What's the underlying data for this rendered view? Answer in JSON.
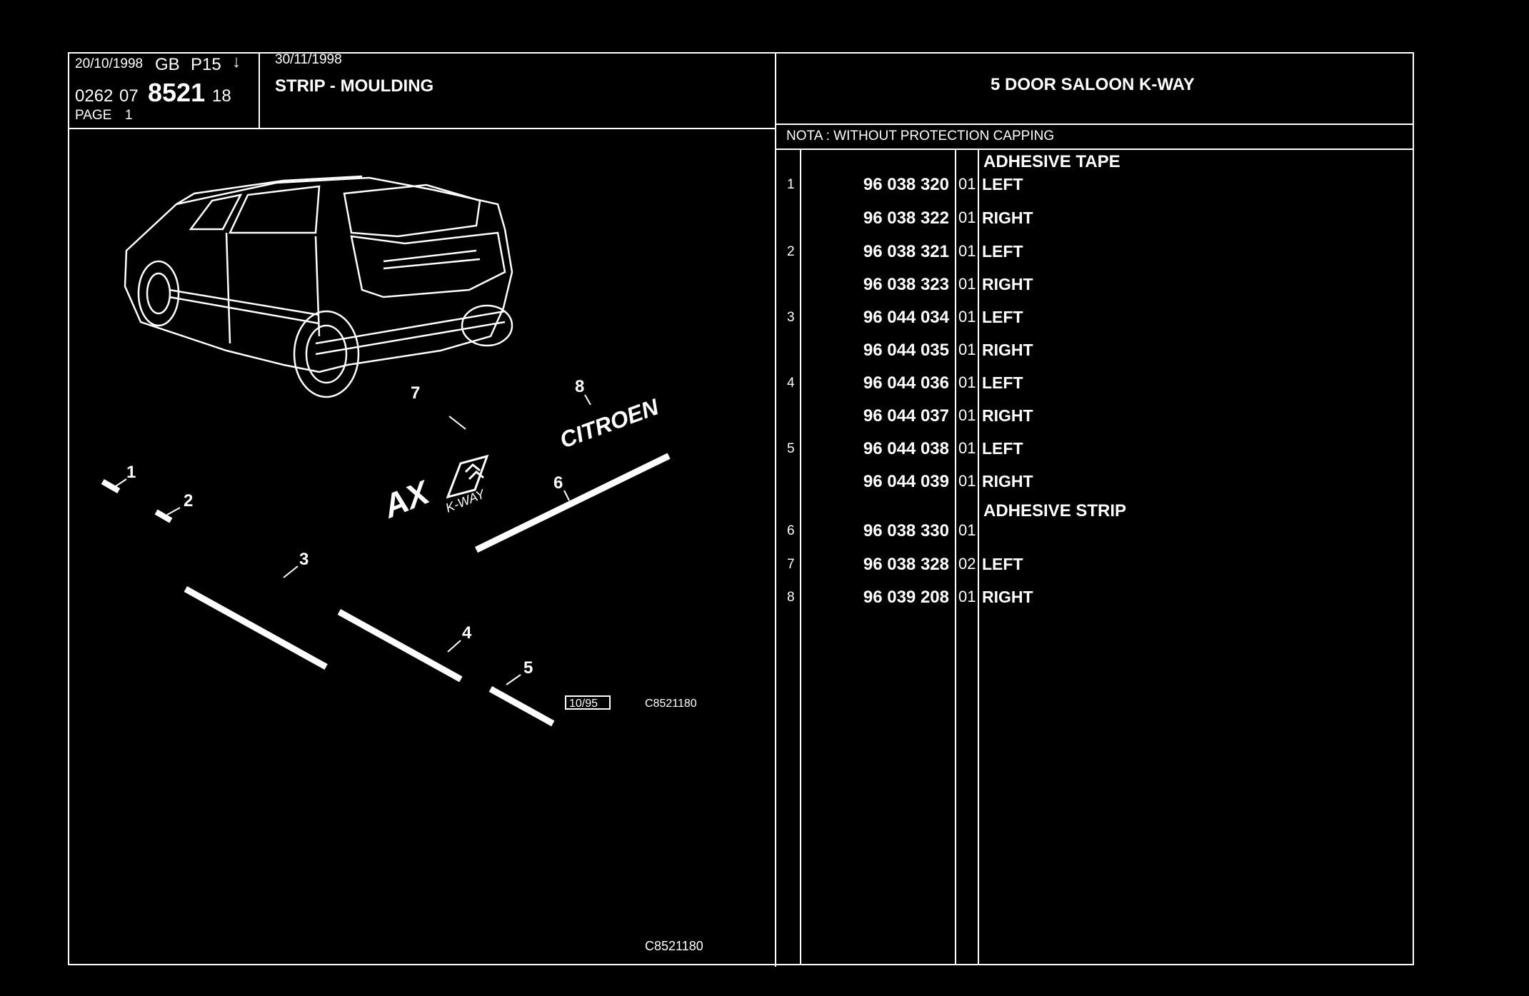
{
  "header": {
    "print_date": "20/10/1998",
    "lang": "GB",
    "page_code": "P15",
    "ref_prefix": "0262",
    "ref_group": "07",
    "ref_main": "8521",
    "ref_suffix": "18",
    "page_label": "PAGE",
    "page_number": "1",
    "edition_date": "30/11/1998",
    "title": "STRIP - MOULDING",
    "model": "5 DOOR SALOON K-WAY"
  },
  "nota": "NOTA : WITHOUT PROTECTION CAPPING",
  "groups": {
    "adhesive_tape": "ADHESIVE TAPE",
    "adhesive_strip": "ADHESIVE STRIP"
  },
  "rows": [
    {
      "ref": "1",
      "part": "96 038 320",
      "qty": "01",
      "desc": "LEFT"
    },
    {
      "ref": "",
      "part": "96 038 322",
      "qty": "01",
      "desc": "RIGHT"
    },
    {
      "ref": "2",
      "part": "96 038 321",
      "qty": "01",
      "desc": "LEFT"
    },
    {
      "ref": "",
      "part": "96 038 323",
      "qty": "01",
      "desc": "RIGHT"
    },
    {
      "ref": "3",
      "part": "96 044 034",
      "qty": "01",
      "desc": "LEFT"
    },
    {
      "ref": "",
      "part": "96 044 035",
      "qty": "01",
      "desc": "RIGHT"
    },
    {
      "ref": "4",
      "part": "96 044 036",
      "qty": "01",
      "desc": "LEFT"
    },
    {
      "ref": "",
      "part": "96 044 037",
      "qty": "01",
      "desc": "RIGHT"
    },
    {
      "ref": "5",
      "part": "96 044 038",
      "qty": "01",
      "desc": "LEFT"
    },
    {
      "ref": "",
      "part": "96 044 039",
      "qty": "01",
      "desc": "RIGHT"
    },
    {
      "ref": "6",
      "part": "96 038 330",
      "qty": "01",
      "desc": ""
    },
    {
      "ref": "7",
      "part": "96 038 328",
      "qty": "02",
      "desc": "LEFT"
    },
    {
      "ref": "8",
      "part": "96 039 208",
      "qty": "01",
      "desc": "RIGHT"
    }
  ],
  "diagram": {
    "callouts": [
      "1",
      "2",
      "3",
      "4",
      "5",
      "6",
      "7",
      "8"
    ],
    "badge_ax": "AX",
    "badge_kway": "K-WAY",
    "badge_citroen": "CITROEN",
    "edition_box": "10/95",
    "drawing_code": "C8521180",
    "footer_code": "C8521180"
  }
}
